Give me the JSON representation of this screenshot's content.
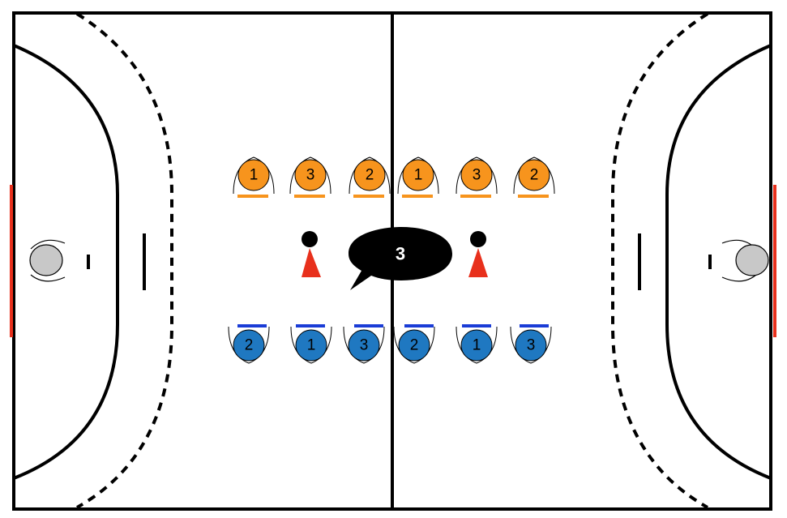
{
  "court": {
    "line_color": "#000000",
    "background": "#ffffff",
    "goal_post_color": "#e8301c"
  },
  "orange_team": {
    "color": "#f7941d",
    "players": [
      {
        "number": "1"
      },
      {
        "number": "3"
      },
      {
        "number": "2"
      },
      {
        "number": "1"
      },
      {
        "number": "3"
      },
      {
        "number": "2"
      }
    ]
  },
  "blue_team": {
    "color": "#1f78c1",
    "marker_color": "#1a3cd6",
    "players": [
      {
        "number": "2"
      },
      {
        "number": "1"
      },
      {
        "number": "3"
      },
      {
        "number": "2"
      },
      {
        "number": "1"
      },
      {
        "number": "3"
      }
    ]
  },
  "goalkeepers": {
    "color": "#c8c8c8"
  },
  "coaches": {
    "color": "#e8301c",
    "count": 2
  },
  "callout": {
    "text": "3",
    "color": "#000000",
    "text_color": "#ffffff"
  }
}
